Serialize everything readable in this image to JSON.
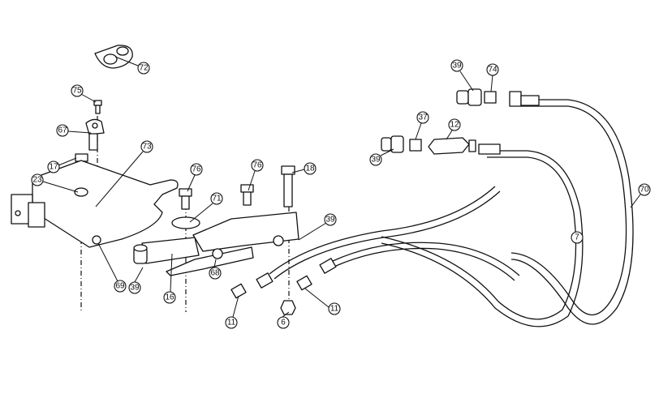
{
  "diagram": {
    "callouts": [
      {
        "id": "c72",
        "label": "72"
      },
      {
        "id": "c75",
        "label": "75"
      },
      {
        "id": "c67",
        "label": "67"
      },
      {
        "id": "c73",
        "label": "73"
      },
      {
        "id": "c17",
        "label": "17"
      },
      {
        "id": "c23",
        "label": "23"
      },
      {
        "id": "c76a",
        "label": "76"
      },
      {
        "id": "c76b",
        "label": "76"
      },
      {
        "id": "c18",
        "label": "18"
      },
      {
        "id": "c71",
        "label": "71"
      },
      {
        "id": "c39a",
        "label": "39"
      },
      {
        "id": "c69",
        "label": "69"
      },
      {
        "id": "c39b",
        "label": "39"
      },
      {
        "id": "c16",
        "label": "16"
      },
      {
        "id": "c68",
        "label": "68"
      },
      {
        "id": "c11a",
        "label": "11"
      },
      {
        "id": "c6",
        "label": "6"
      },
      {
        "id": "c11b",
        "label": "11"
      },
      {
        "id": "c39c",
        "label": "39"
      },
      {
        "id": "c74",
        "label": "74"
      },
      {
        "id": "c37",
        "label": "37"
      },
      {
        "id": "c12",
        "label": "12"
      },
      {
        "id": "c39d",
        "label": "39"
      },
      {
        "id": "c7",
        "label": "7"
      },
      {
        "id": "c70",
        "label": "70"
      }
    ]
  }
}
